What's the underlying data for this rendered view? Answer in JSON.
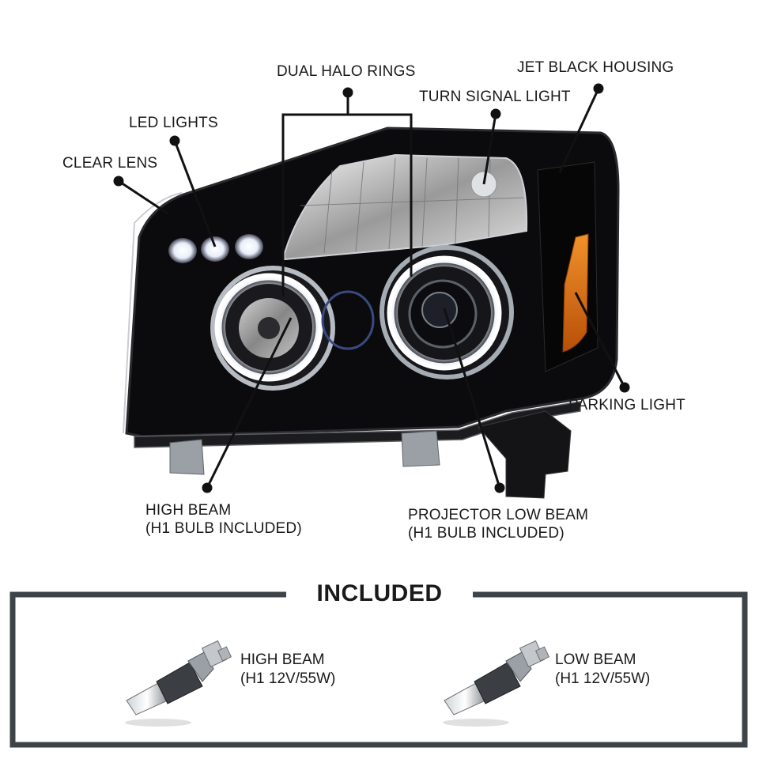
{
  "callouts": {
    "dual_halo_rings": "DUAL HALO RINGS",
    "jet_black_housing": "JET BLACK HOUSING",
    "turn_signal_light": "TURN SIGNAL LIGHT",
    "led_lights": "LED LIGHTS",
    "clear_lens": "CLEAR LENS",
    "parking_light": "PARKING LIGHT",
    "high_beam": "HIGH BEAM\n(H1 BULB INCLUDED)",
    "projector_low_beam": "PROJECTOR LOW BEAM\n(H1 BULB INCLUDED)"
  },
  "included": {
    "title": "INCLUDED",
    "items": [
      {
        "label": "HIGH BEAM\n(H1 12V/55W)",
        "icon": "h1-bulb-icon"
      },
      {
        "label": "LOW BEAM\n(H1 12V/55W)",
        "icon": "h1-bulb-icon"
      }
    ]
  },
  "colors": {
    "housing": "#0b0b0d",
    "accent_amber": "#d66a12",
    "halo": "#f4f8ff",
    "frame": "#3e4347"
  }
}
